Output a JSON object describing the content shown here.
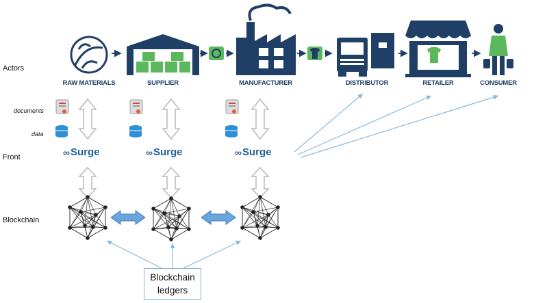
{
  "rows": {
    "actors": "Actors",
    "front": "Front",
    "blockchain": "Blockchain"
  },
  "side_labels": {
    "documents": "documents",
    "data": "data"
  },
  "actors": [
    {
      "label": "RAW MATERIALS",
      "icon": "cotton-icon"
    },
    {
      "label": "SUPPLIER",
      "icon": "warehouse-icon"
    },
    {
      "label": "MANUFACTURER",
      "icon": "factory-icon"
    },
    {
      "label": "DISTRIBUTOR",
      "icon": "truck-icon"
    },
    {
      "label": "RETAILER",
      "icon": "store-icon"
    },
    {
      "label": "CONSUMER",
      "icon": "person-icon"
    }
  ],
  "surge": {
    "label": "Surge"
  },
  "ledger": {
    "line1": "Blockchain",
    "line2": "ledgers"
  },
  "colors": {
    "navy": "#1f3f66",
    "accent_green": "#5cb85c",
    "arrow_blue": "#4f8fcf",
    "line_blue": "#8bb9df"
  }
}
